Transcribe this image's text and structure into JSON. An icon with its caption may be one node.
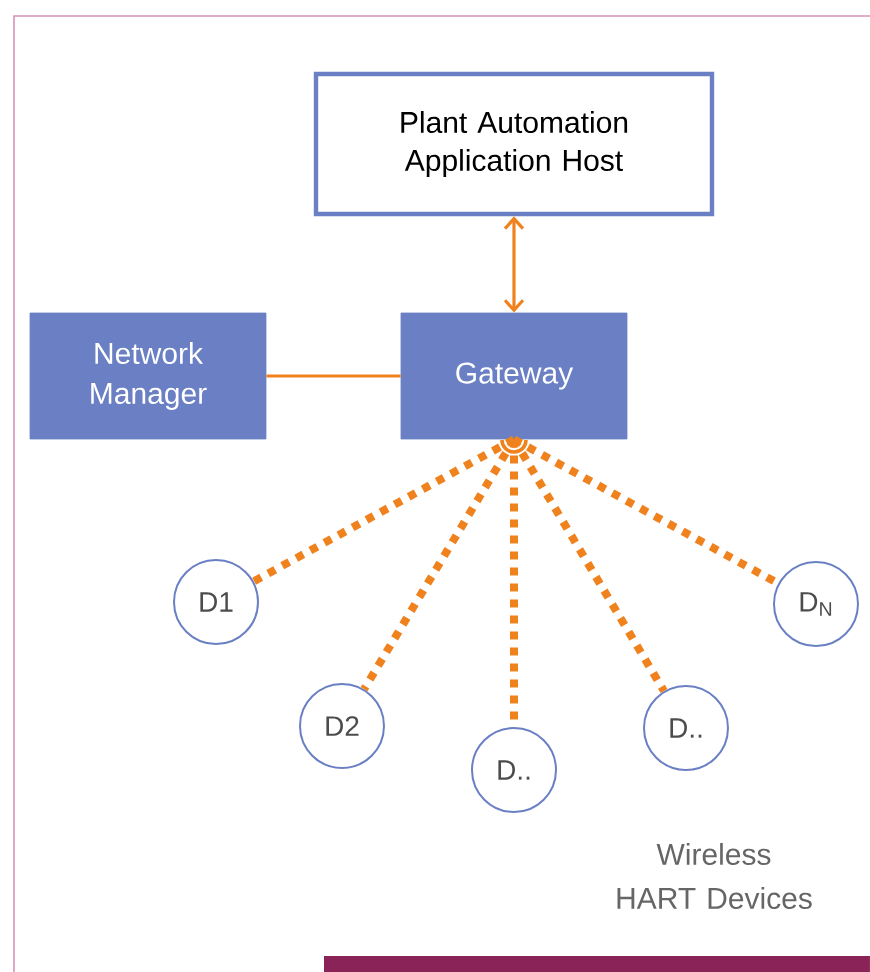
{
  "diagram": {
    "nodes": [
      {
        "text": [
          "Plant Automation Application Host"
        ]
      },
      {
        "text": [
          "Network Manager"
        ]
      },
      {
        "text": [
          "Gateway"
        ]
      },
      {
        "text": [
          "D1"
        ]
      },
      {
        "text": [
          "D2"
        ]
      },
      {
        "text": [
          "D.."
        ]
      },
      {
        "text": [
          "D.."
        ]
      },
      {
        "text": [
          "D$_{N}$"
        ]
      }
    ],
    "edges": [
      {
        "from": 0,
        "to": 2,
        "arrow": "both"
      },
      {
        "from": 1,
        "to": 2,
        "arrow": "none"
      },
      {
        "from": 2,
        "to": 3,
        "arrow": "none",
        "style": "dashed"
      },
      {
        "from": 2,
        "to": 4,
        "arrow": "none",
        "style": "dashed"
      },
      {
        "from": 2,
        "to": 5,
        "arrow": "none",
        "style": "dashed"
      },
      {
        "from": 2,
        "to": 6,
        "arrow": "none",
        "style": "dashed"
      },
      {
        "from": 2,
        "to": 7,
        "arrow": "none",
        "style": "dashed"
      }
    ],
    "labels": [
      "Wireless HART Devices"
    ]
  }
}
